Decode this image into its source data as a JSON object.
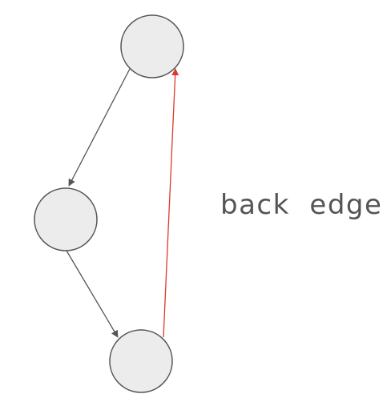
{
  "diagram": {
    "type": "directed-graph",
    "colors": {
      "node_fill": "#ececec",
      "node_stroke": "#555555",
      "normal_edge": "#555555",
      "back_edge": "#e0382b",
      "label_text": "#555555"
    },
    "nodes": [
      {
        "id": "top"
      },
      {
        "id": "middle"
      },
      {
        "id": "bottom"
      }
    ],
    "edges": [
      {
        "from": "top",
        "to": "middle",
        "kind": "normal"
      },
      {
        "from": "middle",
        "to": "bottom",
        "kind": "normal"
      },
      {
        "from": "bottom",
        "to": "top",
        "kind": "back"
      }
    ],
    "back_edge_label": "back  edge"
  }
}
